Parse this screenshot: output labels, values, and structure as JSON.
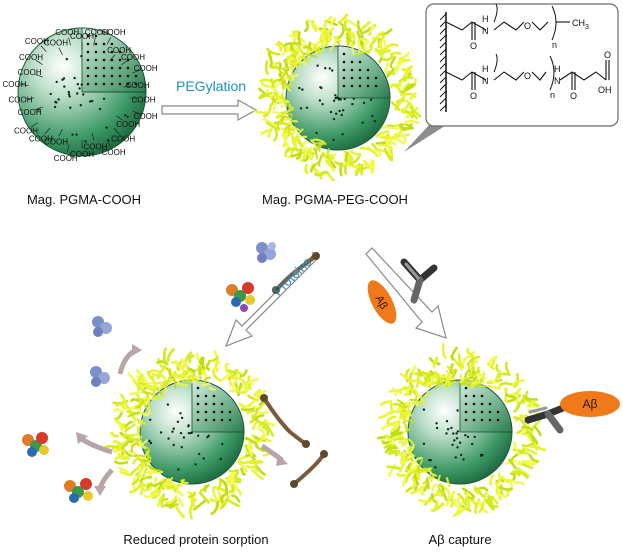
{
  "particles": {
    "carboxyl": {
      "group_label": "COOH",
      "caption": "Mag. PGMA-COOH"
    },
    "pegylated": {
      "caption": "Mag. PGMA-PEG-COOH"
    },
    "protein_exposed": {
      "caption": "Reduced protein sorption"
    },
    "abeta_captured": {
      "caption": "Aβ capture",
      "bound_label": "Aβ"
    }
  },
  "steps": {
    "pegylation": "PEGylation",
    "proteins": "Proteins"
  },
  "reagents": {
    "abeta_label": "Aβ"
  },
  "structure_inset": {
    "row1": {
      "nh": "H",
      "n_atom": "N",
      "o_atom": "O",
      "o_chain": "O",
      "methyl": "CH",
      "methyl_sub": "3",
      "repeat": "n"
    },
    "row2": {
      "nh": "H",
      "n_atom": "N",
      "o_atom": "O",
      "o_chain": "O",
      "nh2": "H",
      "n2_atom": "N",
      "o2_atom": "O",
      "o3_atom": "O",
      "oh": "OH",
      "repeat": "n"
    }
  },
  "colors": {
    "core_green": "#2e8b57",
    "core_light": "#cfe8dc",
    "peg_yellow": "#e3f32a",
    "peg_lime": "#b9d81a",
    "label_blue": "#1f8fc7",
    "abeta_orange": "#f07a1a",
    "arrow_grey": "#9a9a9a"
  }
}
